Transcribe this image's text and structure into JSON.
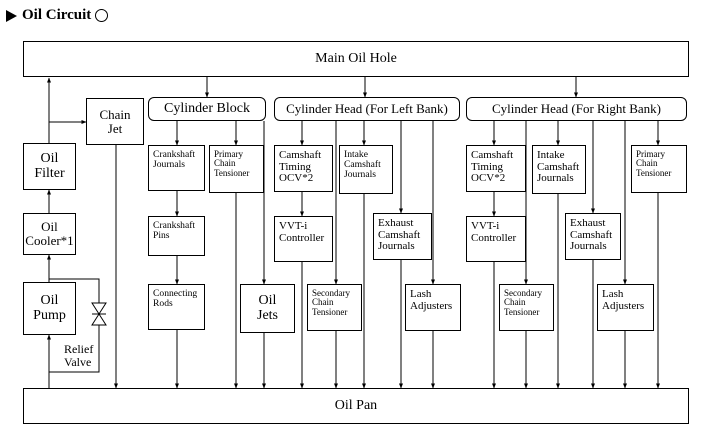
{
  "title": "Oil Circuit",
  "nodes": {
    "main_oil_hole": "Main Oil Hole",
    "oil_pan": "Oil Pan",
    "chain_jet": "Chain\nJet",
    "oil_filter": "Oil\nFilter",
    "oil_cooler": "Oil\nCooler*1",
    "oil_pump": "Oil\nPump",
    "relief_valve": "Relief\nValve",
    "cylinder_block": "Cylinder Block",
    "cyl_head_left": "Cylinder Head (For Left Bank)",
    "cyl_head_right": "Cylinder Head (For Right Bank)",
    "crankshaft_journals": "Crankshaft\nJournals",
    "primary_chain_tensioner_block": "Primary\nChain\nTensioner",
    "crankshaft_pins": "Crankshaft\nPins",
    "connecting_rods": "Connecting\nRods",
    "oil_jets": "Oil\nJets",
    "cam_ocv_left": "Camshaft\nTiming\nOCV*2",
    "intake_cam_left": "Intake\nCamshaft\nJournals",
    "vvti_left": "VVT-i\nController",
    "exhaust_cam_left": "Exhaust\nCamshaft\nJournals",
    "secondary_chain_left": "Secondary\nChain\nTensioner",
    "lash_left": "Lash\nAdjusters",
    "cam_ocv_right": "Camshaft\nTiming\nOCV*2",
    "intake_cam_right": "Intake\nCamshaft\nJournals",
    "primary_chain_tensioner_right": "Primary\nChain\nTensioner",
    "vvti_right": "VVT-i\nController",
    "exhaust_cam_right": "Exhaust\nCamshaft\nJournals",
    "secondary_chain_right": "Secondary\nChain\nTensioner",
    "lash_right": "Lash\nAdjusters"
  }
}
